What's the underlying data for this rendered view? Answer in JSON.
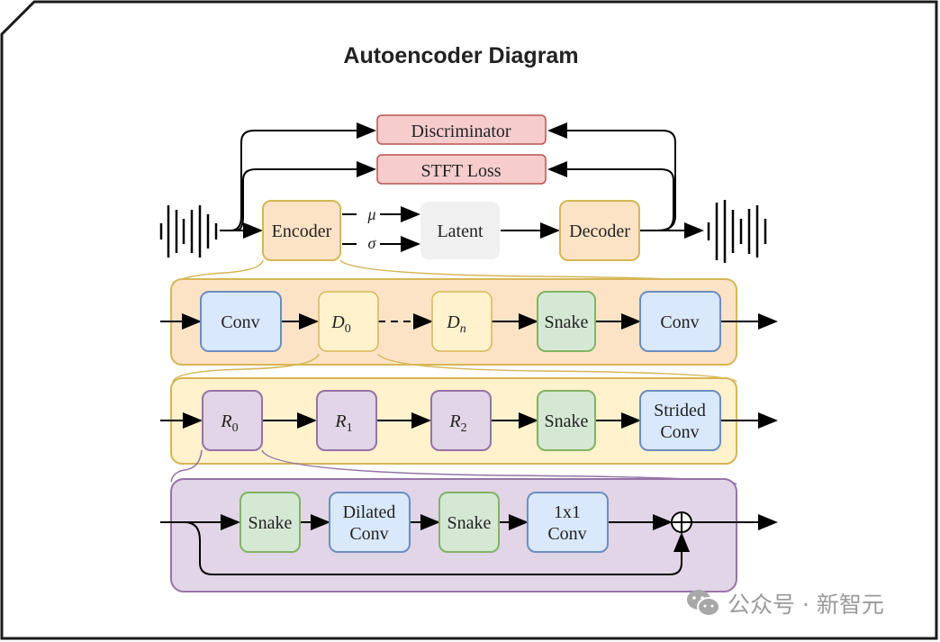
{
  "title": "Autoencoder Diagram",
  "top": {
    "discriminator": "Discriminator",
    "stft_loss": "STFT Loss",
    "encoder": "Encoder",
    "mu": "μ",
    "sigma": "σ",
    "latent": "Latent",
    "decoder": "Decoder"
  },
  "encoder_row": {
    "blocks": [
      "Conv",
      "D",
      "D",
      "Snake",
      "Conv"
    ],
    "subscripts": [
      "",
      "0",
      "n",
      "",
      ""
    ]
  },
  "dblock_row": {
    "blocks": [
      "R",
      "R",
      "R",
      "Snake",
      "Strided|Conv"
    ],
    "subscripts": [
      "0",
      "1",
      "2",
      "",
      ""
    ]
  },
  "rblock_row": {
    "blocks": [
      "Snake",
      "Dilated|Conv",
      "Snake",
      "1x1|Conv"
    ],
    "sum_symbol": "⊕"
  },
  "colors": {
    "red_fill": "#f6cccc",
    "red_stroke": "#b85450",
    "orange_fill": "#fde3c6",
    "orange_stroke": "#d6b656",
    "yellow_fill": "#fff2cc",
    "blue_fill": "#dae8fc",
    "blue_stroke": "#6c8ebf",
    "green_fill": "#d5e8d4",
    "green_stroke": "#82b366",
    "purple_fill": "#e1d5e7",
    "purple_stroke": "#9673a6",
    "gray_fill": "#f0f0f0"
  },
  "watermark": "公众号 · 新智元"
}
